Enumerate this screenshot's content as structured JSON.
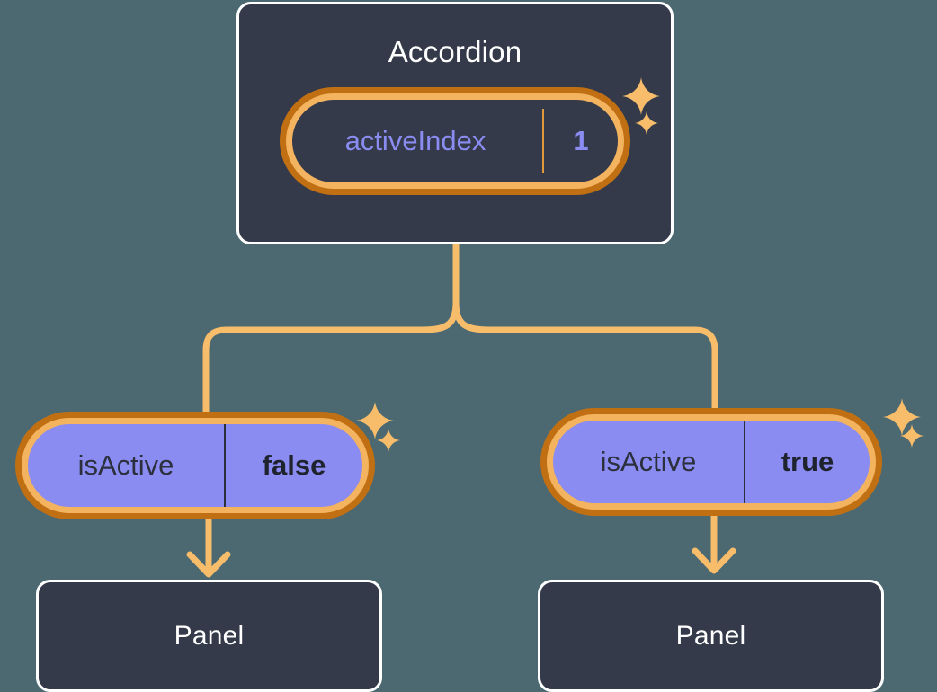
{
  "diagram": {
    "type": "component-state-tree",
    "background_color": "#4c6972",
    "root": {
      "label": "Accordion",
      "state": {
        "key": "activeIndex",
        "value": "1"
      }
    },
    "branches": [
      {
        "state": {
          "key": "isActive",
          "value": "false"
        },
        "child": {
          "label": "Panel"
        }
      },
      {
        "state": {
          "key": "isActive",
          "value": "true"
        },
        "child": {
          "label": "Panel"
        }
      }
    ],
    "colors": {
      "card_bg": "#343a4a",
      "card_border": "#ffffff",
      "ring_outer": "#c06f12",
      "ring_inner": "#f3b35f",
      "pill_fill": "#8a8cf2",
      "connector": "#f7bd6b",
      "accent_text": "#8a8cf2",
      "sparkle": "#f7bd6b"
    },
    "icons": {
      "sparkle_large": "sparkle-four-point-icon",
      "sparkle_small": "sparkle-four-point-small-icon",
      "arrow": "arrow-down-icon"
    }
  }
}
